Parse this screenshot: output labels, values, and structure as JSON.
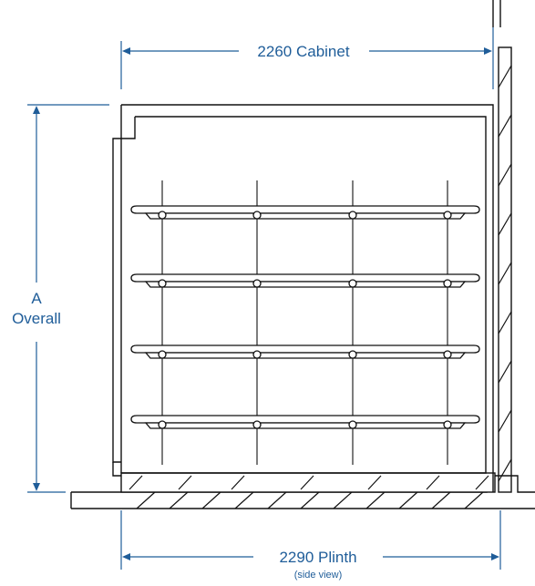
{
  "dimensions": {
    "cabinet_label": "2260  Cabinet",
    "overall_letter": "A",
    "overall_label": "Overall",
    "plinth_label": "2290  Plinth",
    "view_note": "(side view)"
  },
  "shelves": {
    "count": 4,
    "pegs_per_shelf": 4
  },
  "colors": {
    "dimension_line": "#1f5d99",
    "structure": "#111111"
  }
}
